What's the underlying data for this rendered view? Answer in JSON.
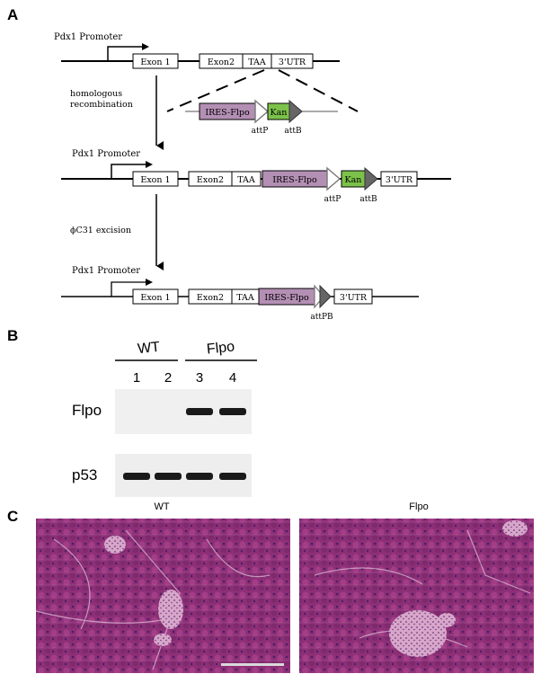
{
  "panels": {
    "a": "A",
    "b": "B",
    "c": "C"
  },
  "construct": {
    "promoter": "Pdx1 Promoter",
    "exon1": "Exon 1",
    "exon2": "Exon2",
    "taa": "TAA",
    "utr": "3'UTR",
    "ires_flpo": "IRES-Flpo",
    "kan": "Kan",
    "attP": "attP",
    "attB": "attB",
    "attPB": "attPB",
    "step1_line1": "homologous",
    "step1_line2": "recombination",
    "step2": "ϕC31 excision"
  },
  "gel": {
    "group_wt": "WT",
    "group_flpo": "Flpo",
    "lanes": [
      "1",
      "2",
      "3",
      "4"
    ],
    "row_flpo": "Flpo",
    "row_p53": "p53",
    "flpo_band_present": [
      false,
      false,
      true,
      true
    ],
    "p53_band_present": [
      true,
      true,
      true,
      true
    ]
  },
  "histology": {
    "left_title": "WT",
    "right_title": "Flpo"
  },
  "colors": {
    "ires_fill": "#b48fb4",
    "kan_fill": "#7cc24a",
    "tissue_base": "#8d2f77",
    "islet": "#d8a6c9",
    "gel_bg": "#f0f0f0",
    "band": "#1a1a1a",
    "scale_bar": "#d9d9d9"
  }
}
